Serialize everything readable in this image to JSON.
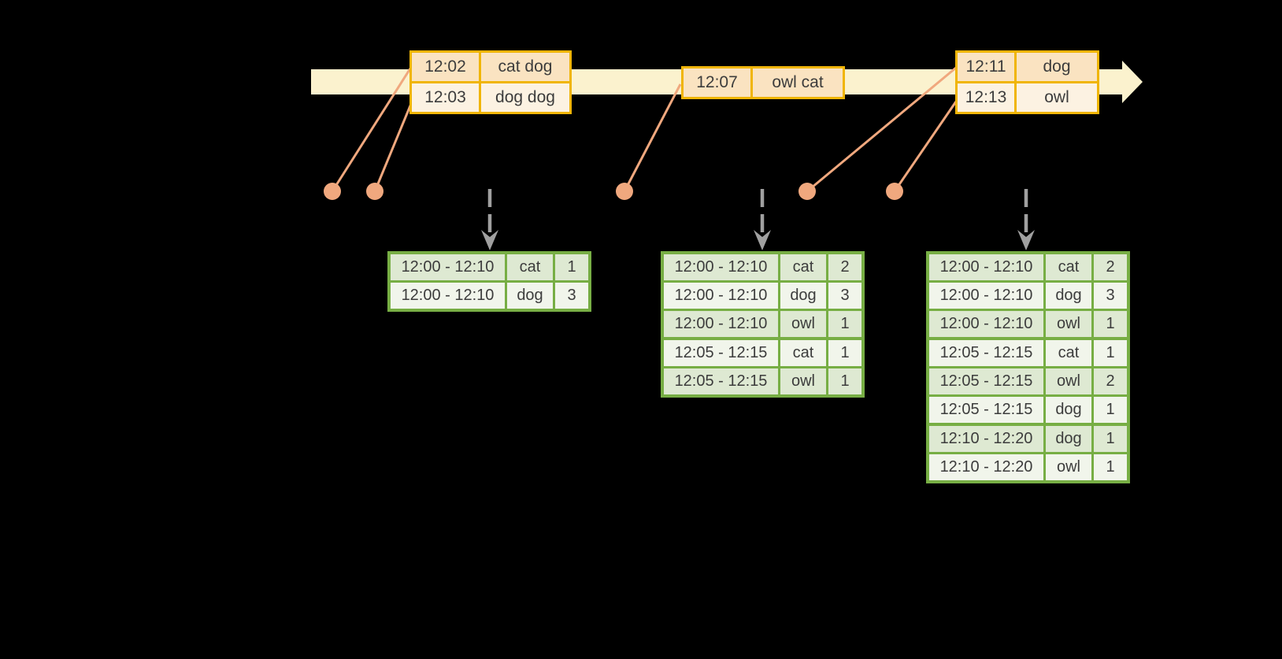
{
  "palette": {
    "background": "#000000",
    "timeline_band": "#fbf2ce",
    "event_border": "#f0b506",
    "event_row_dark": "#fae3c1",
    "event_row_light": "#fcf2e2",
    "connector": "#f0a87e",
    "dot": "#f0a87e",
    "dashed_arrow": "#a0a0a0",
    "result_border": "#77ae44",
    "result_row_dark": "#dee9d2",
    "result_row_light": "#f1f5eb",
    "text": "#3c3c3c"
  },
  "event_tables": [
    {
      "rows": [
        [
          "12:02",
          "cat dog"
        ],
        [
          "12:03",
          "dog dog"
        ]
      ]
    },
    {
      "rows": [
        [
          "12:07",
          "owl cat"
        ]
      ]
    },
    {
      "rows": [
        [
          "12:11",
          "dog"
        ],
        [
          "12:13",
          "owl"
        ]
      ]
    }
  ],
  "result_tables": [
    {
      "rows": [
        [
          "12:00 - 12:10",
          "cat",
          "1"
        ],
        [
          "12:00 - 12:10",
          "dog",
          "3"
        ]
      ],
      "group_starts": []
    },
    {
      "rows": [
        [
          "12:00 - 12:10",
          "cat",
          "2"
        ],
        [
          "12:00 - 12:10",
          "dog",
          "3"
        ],
        [
          "12:00 - 12:10",
          "owl",
          "1"
        ],
        [
          "12:05 - 12:15",
          "cat",
          "1"
        ],
        [
          "12:05 - 12:15",
          "owl",
          "1"
        ]
      ],
      "group_starts": [
        3
      ]
    },
    {
      "rows": [
        [
          "12:00 - 12:10",
          "cat",
          "2"
        ],
        [
          "12:00 - 12:10",
          "dog",
          "3"
        ],
        [
          "12:00 - 12:10",
          "owl",
          "1"
        ],
        [
          "12:05 - 12:15",
          "cat",
          "1"
        ],
        [
          "12:05 - 12:15",
          "owl",
          "2"
        ],
        [
          "12:05 - 12:15",
          "dog",
          "1"
        ],
        [
          "12:10 - 12:20",
          "dog",
          "1"
        ],
        [
          "12:10 - 12:20",
          "owl",
          "1"
        ]
      ],
      "group_starts": [
        3,
        6
      ]
    }
  ]
}
